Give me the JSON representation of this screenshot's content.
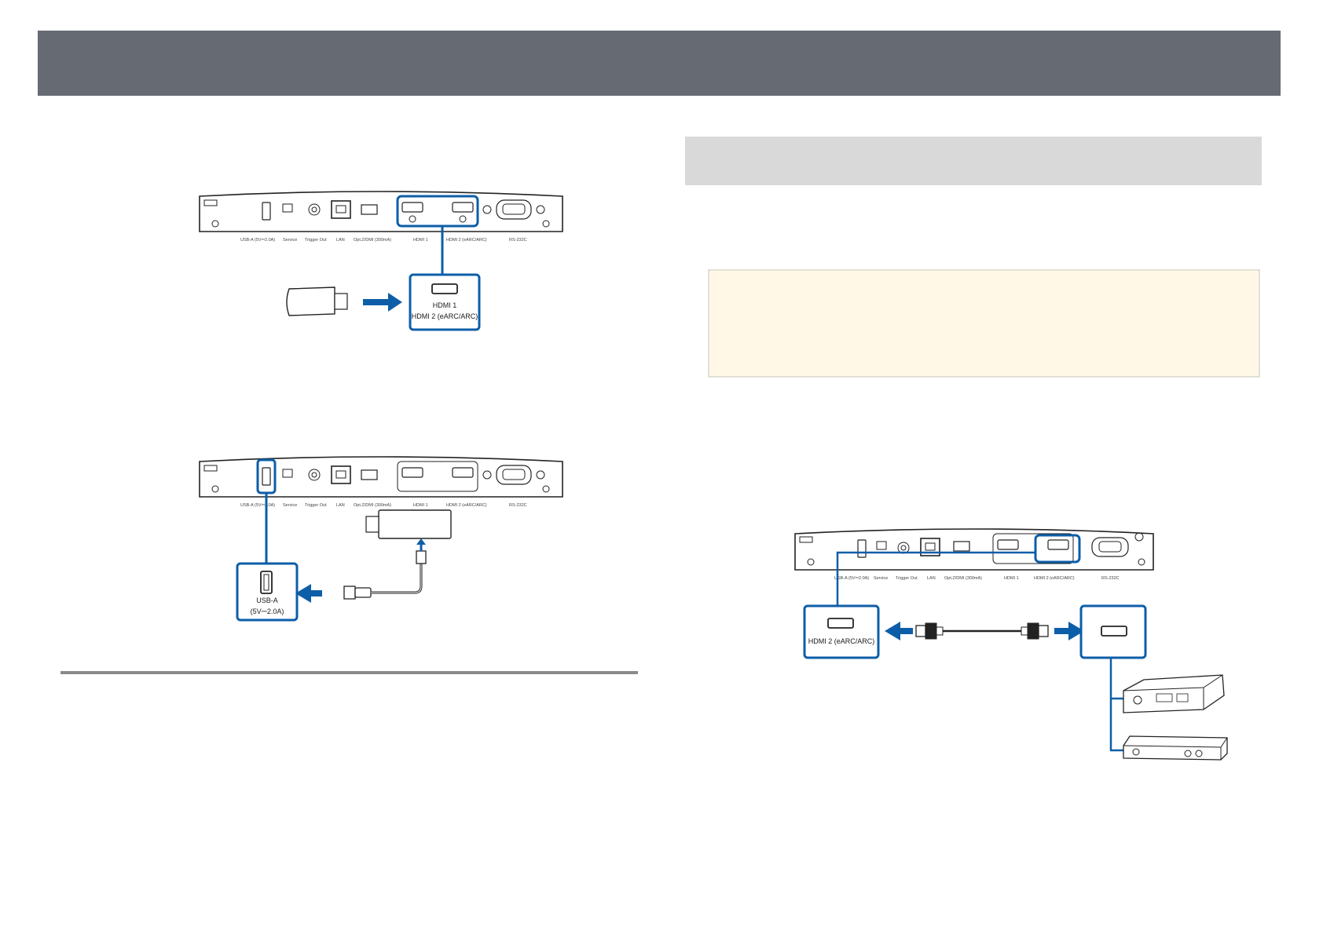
{
  "figure1": {
    "callout_line1": "HDMI 1",
    "callout_line2": "HDMI 2 (eARC/ARC)",
    "panel_labels": [
      "USB-A (5V⎓2.0A)",
      "Service",
      "Trigger Out",
      "LAN",
      "Opt.Z/DMI (300mA)",
      "HDMI 1",
      "HDMI 2 (eARC/ARC)",
      "RS-232C"
    ]
  },
  "figure2": {
    "callout_line1": "USB-A",
    "callout_line2": "(5V⎓2.0A)",
    "panel_labels": [
      "USB-A (5V⎓2.0A)",
      "Service",
      "Trigger Out",
      "LAN",
      "Opt.Z/DMI (300mA)",
      "HDMI 1",
      "HDMI 2 (eARC/ARC)",
      "RS-232C"
    ]
  },
  "figure3": {
    "callout_label": "HDMI 2 (eARC/ARC)",
    "panel_labels": [
      "USB-A (5V⎓2.0A)",
      "Service",
      "Trigger Out",
      "LAN",
      "Opt.Z/DMI (300mA)",
      "HDMI 1",
      "HDMI 2 (eARC/ARC)",
      "RS-232C"
    ]
  },
  "colors": {
    "header": "#666a73",
    "accent": "#0d5ea8",
    "note_bg": "#fff8e6",
    "band": "#d9d9d9"
  }
}
